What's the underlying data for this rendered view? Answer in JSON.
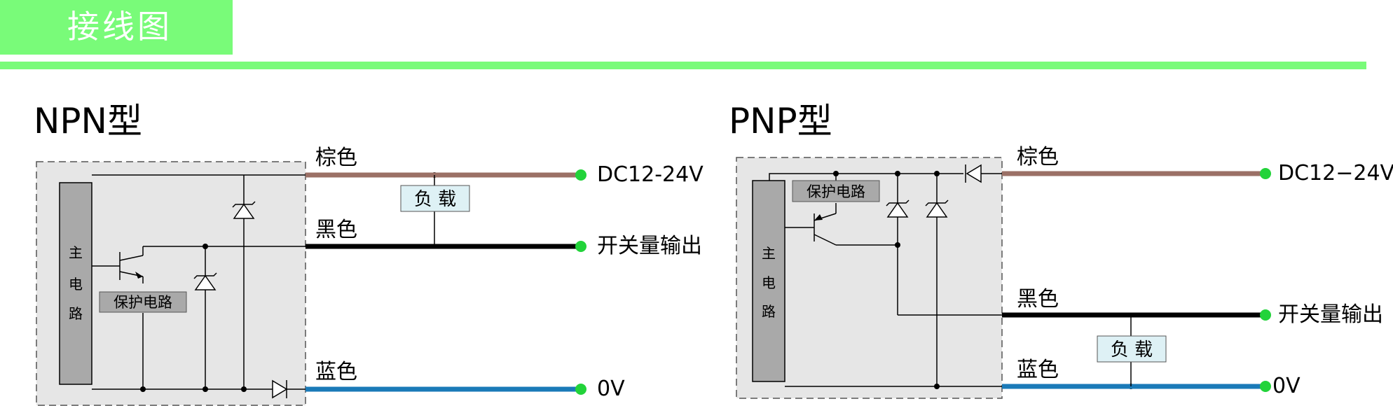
{
  "header": {
    "title": "接线图"
  },
  "colors": {
    "accent": "#79fb79",
    "brown_wire": "#9b7066",
    "black_wire": "#000000",
    "blue_wire": "#1a7ab8",
    "terminal": "#22d33a",
    "enclosure_fill": "#e6e6e6",
    "component_fill": "#a9a9a9",
    "load_fill": "#def1f5"
  },
  "npn": {
    "title": "NPN型",
    "main_circuit": [
      "主",
      "电",
      "路"
    ],
    "protection": "保护电路",
    "load": "负 载",
    "wires": {
      "brown": "棕色",
      "black": "黑色",
      "blue": "蓝色"
    },
    "terminals": {
      "power": "DC12-24V",
      "output": "开关量输出",
      "ground": "0V"
    }
  },
  "pnp": {
    "title": "PNP型",
    "main_circuit": [
      "主",
      "电",
      "路"
    ],
    "protection": "保护电路",
    "load": "负 载",
    "wires": {
      "brown": "棕色",
      "black": "黑色",
      "blue": "蓝色"
    },
    "terminals": {
      "power": "DC12−24V",
      "output": "开关量输出",
      "ground": "0V"
    }
  }
}
